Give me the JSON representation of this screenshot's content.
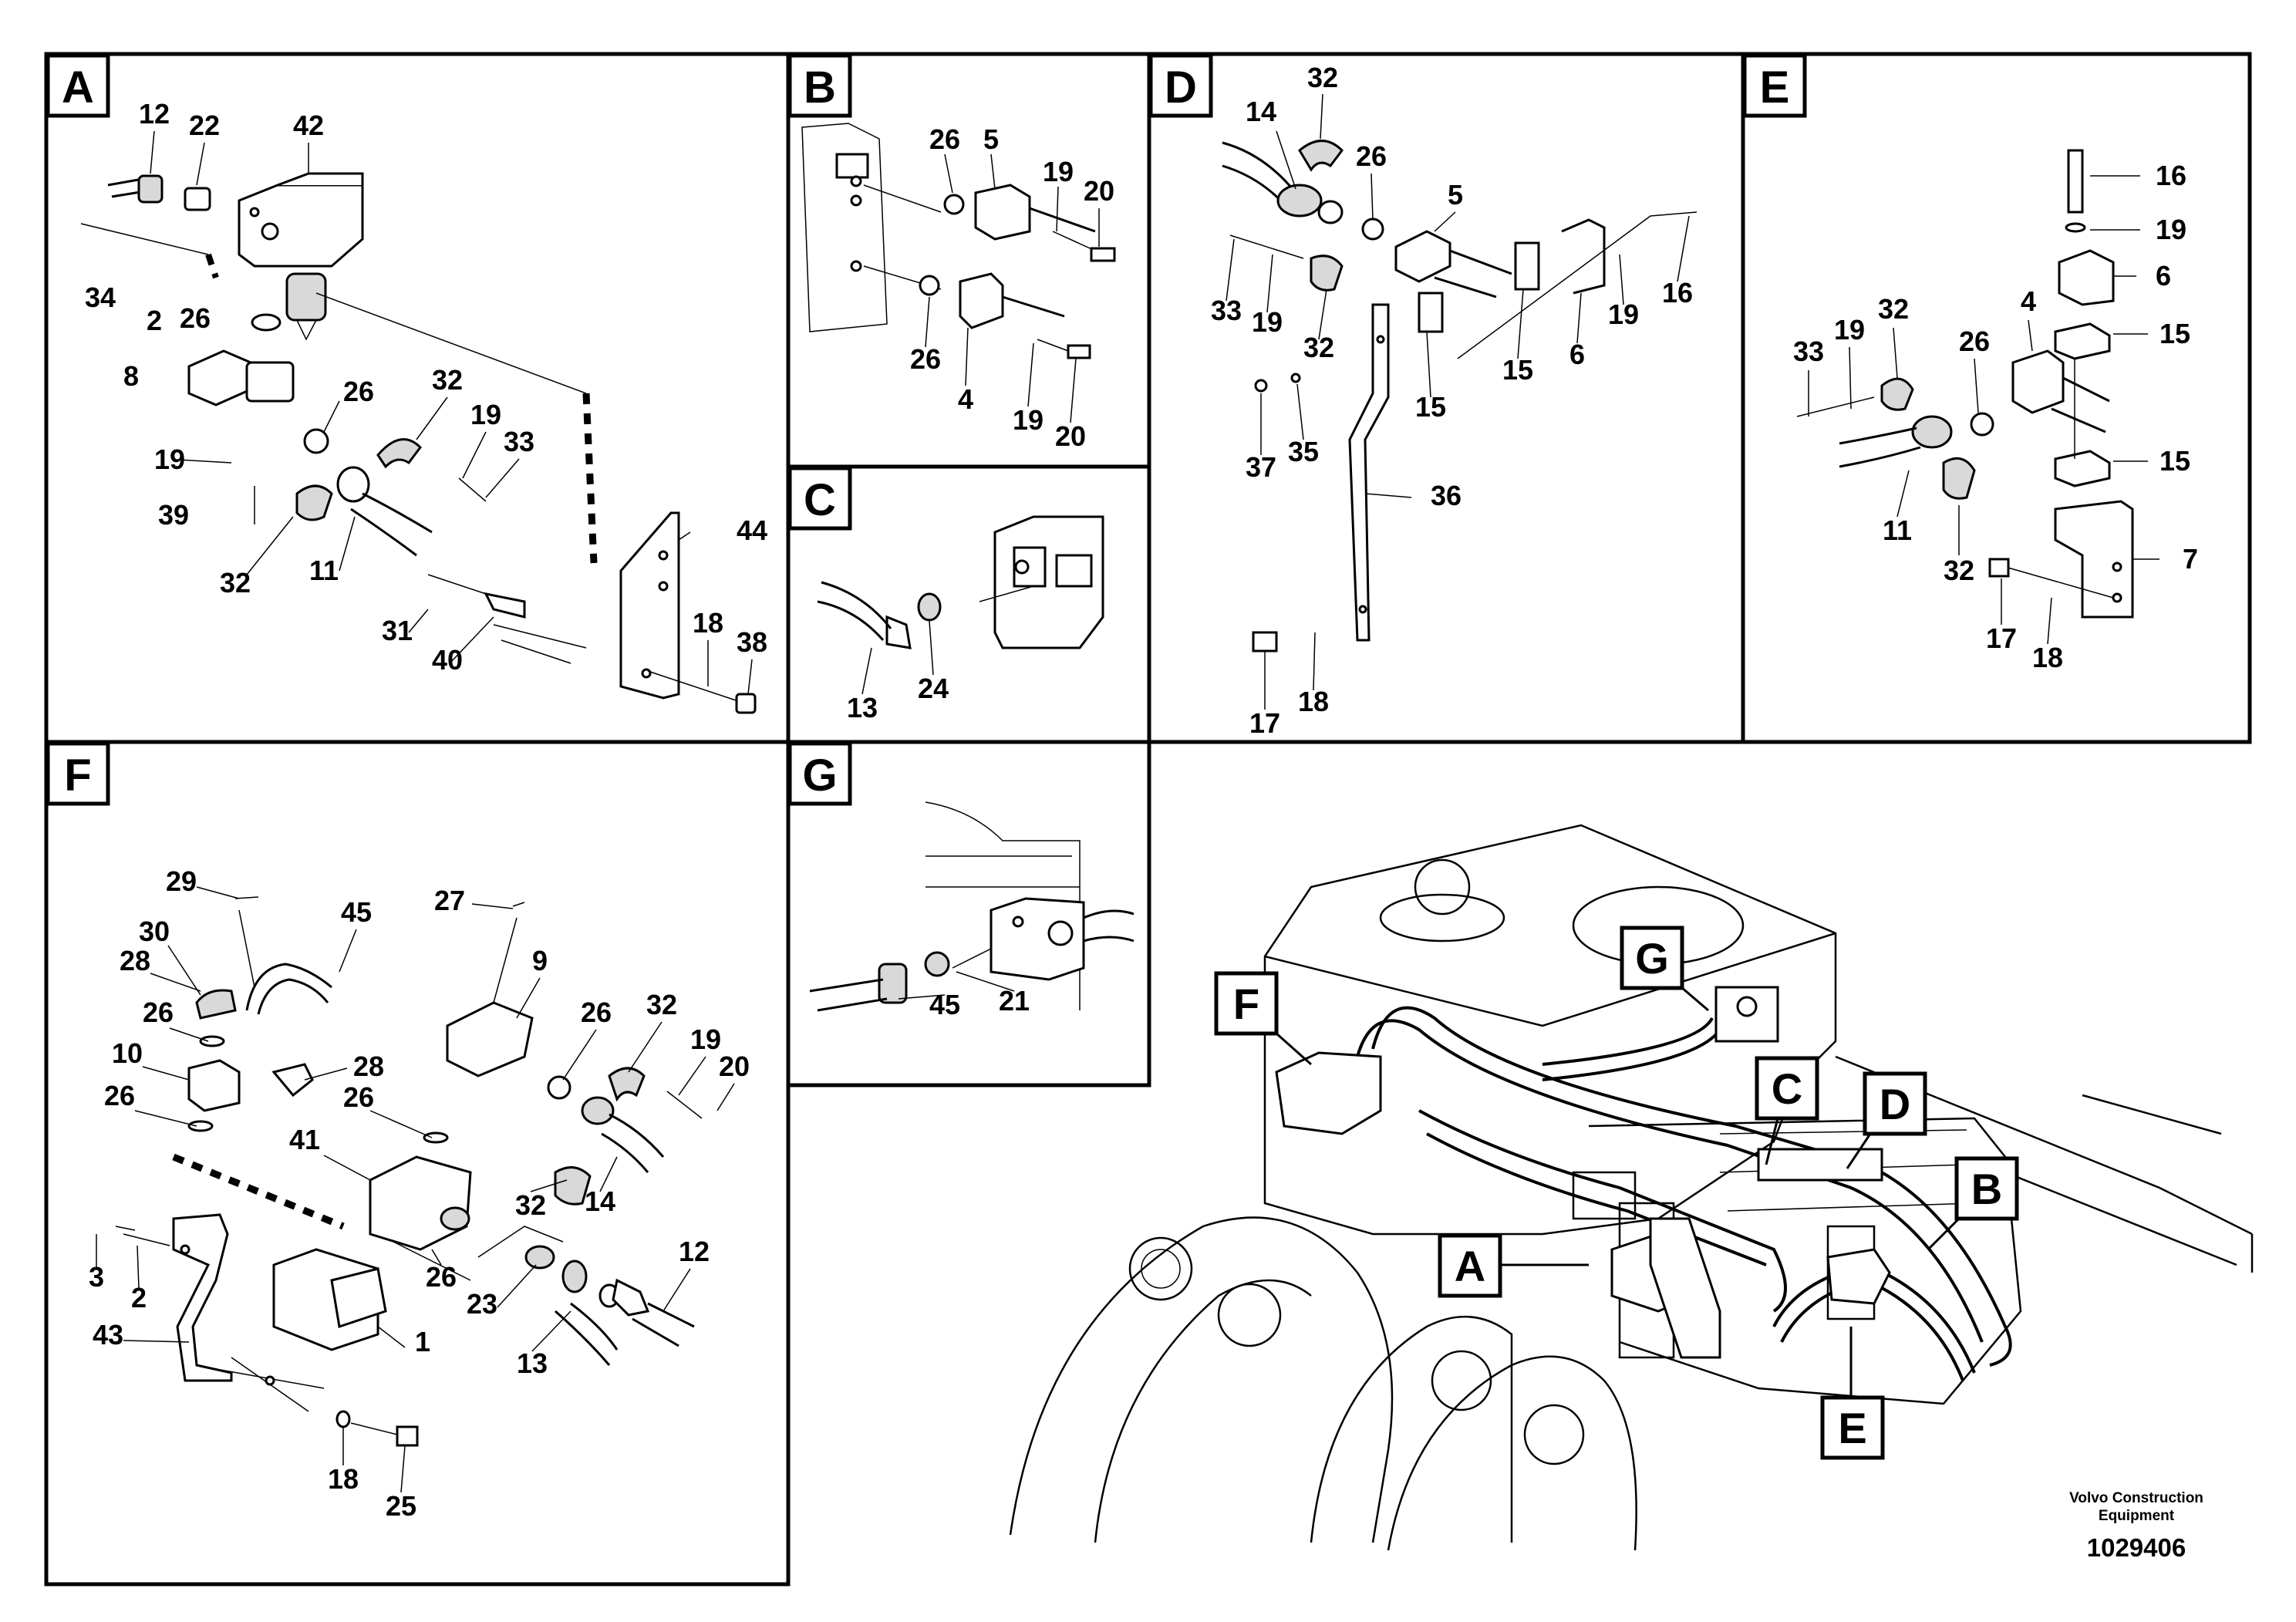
{
  "panels": {
    "A": {
      "label": "A",
      "callouts": [
        "12",
        "22",
        "42",
        "34",
        "2",
        "26",
        "8",
        "26",
        "32",
        "19",
        "33",
        "19",
        "39",
        "32",
        "11",
        "44",
        "31",
        "40",
        "18",
        "38"
      ]
    },
    "B": {
      "label": "B",
      "callouts": [
        "26",
        "5",
        "19",
        "20",
        "26",
        "4",
        "19",
        "20"
      ]
    },
    "C": {
      "label": "C",
      "callouts": [
        "13",
        "24"
      ]
    },
    "D": {
      "label": "D",
      "callouts": [
        "32",
        "14",
        "26",
        "5",
        "33",
        "19",
        "32",
        "15",
        "6",
        "19",
        "16",
        "15",
        "37",
        "35",
        "36",
        "17",
        "18"
      ]
    },
    "E": {
      "label": "E",
      "callouts": [
        "16",
        "19",
        "6",
        "33",
        "19",
        "32",
        "4",
        "26",
        "15",
        "15",
        "11",
        "32",
        "7",
        "17",
        "18"
      ]
    },
    "F": {
      "label": "F",
      "callouts": [
        "29",
        "27",
        "30",
        "45",
        "28",
        "9",
        "26",
        "28",
        "26",
        "32",
        "10",
        "19",
        "20",
        "26",
        "26",
        "41",
        "32",
        "14",
        "3",
        "2",
        "26",
        "23",
        "12",
        "43",
        "1",
        "13",
        "18",
        "25"
      ]
    },
    "G": {
      "label": "G",
      "callouts": [
        "45",
        "21"
      ]
    }
  },
  "overview_callouts": [
    "G",
    "F",
    "C",
    "D",
    "B",
    "A",
    "E"
  ],
  "footer": {
    "brand_line1": "Volvo Construction",
    "brand_line2": "Equipment",
    "doc_number": "1029406"
  }
}
